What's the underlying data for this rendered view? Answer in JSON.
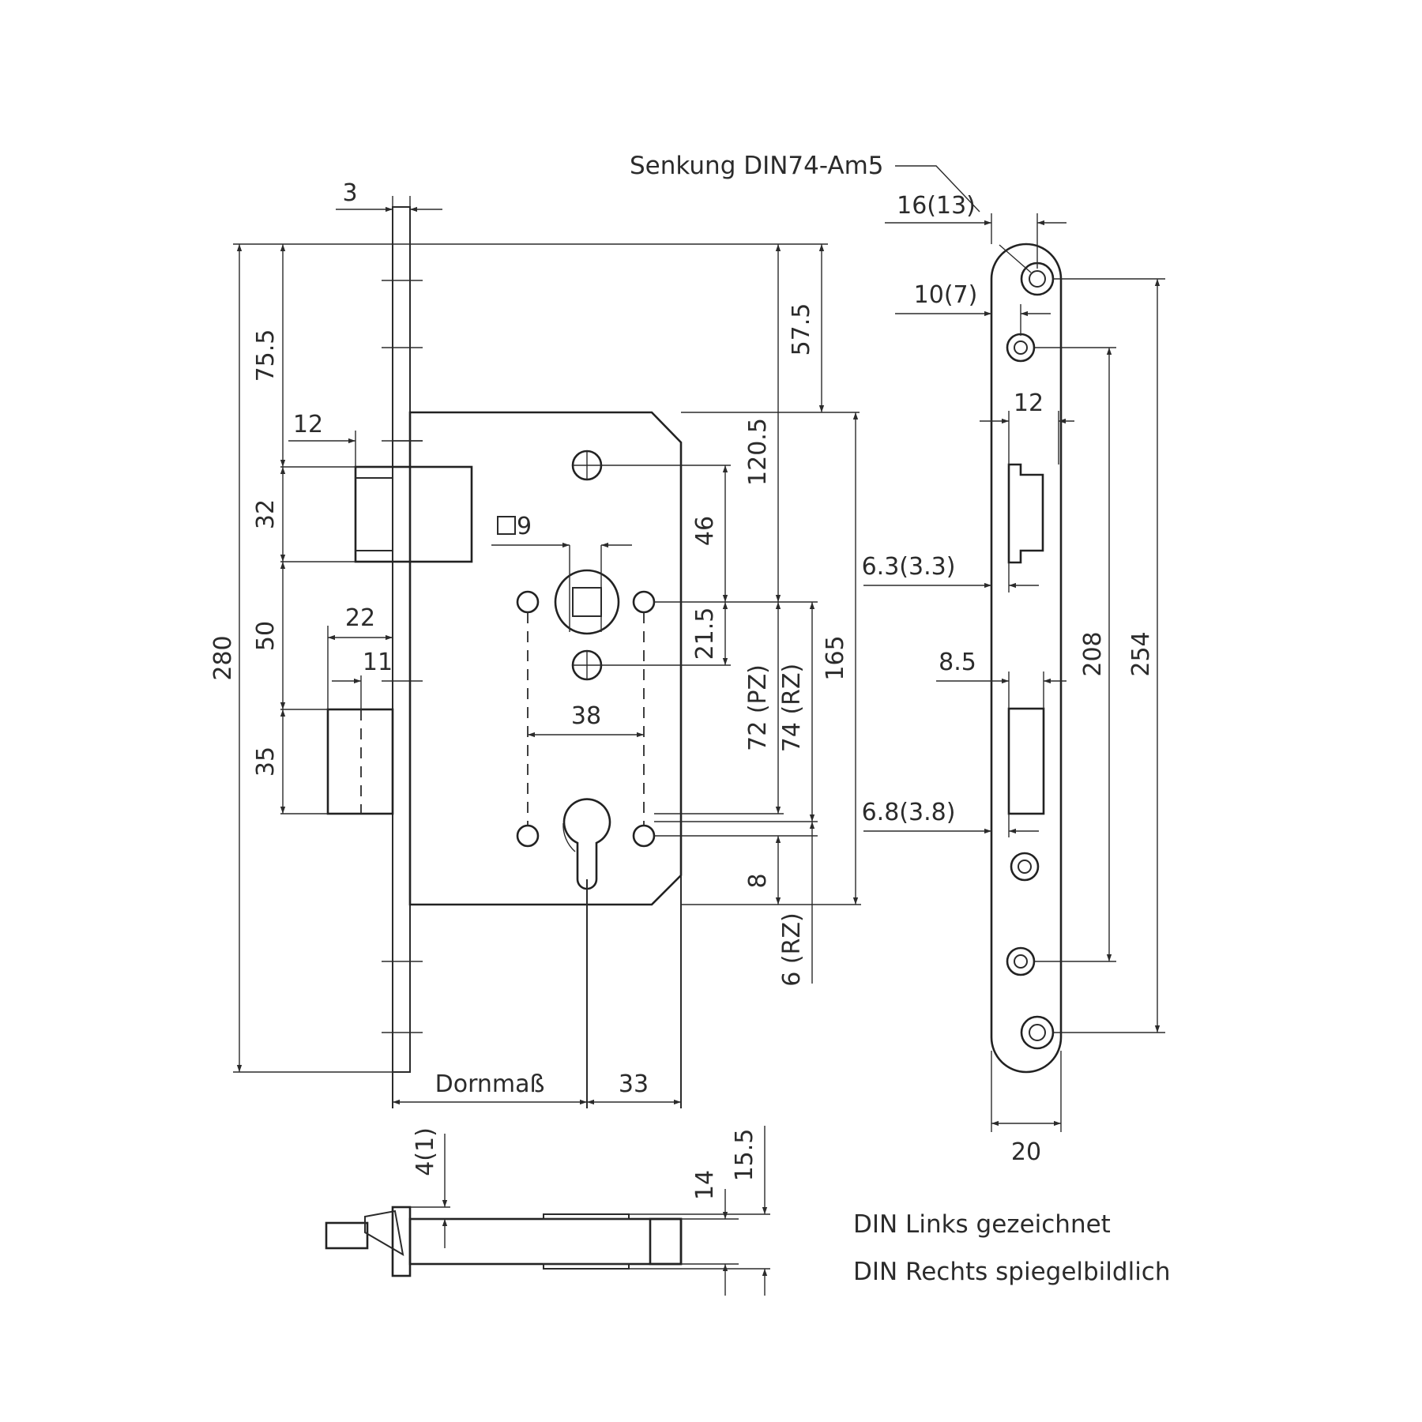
{
  "notes": {
    "countersink": "Senkung DIN74-Am5",
    "left_drawn": "DIN Links gezeichnet",
    "right_mirrored": "DIN Rechts spiegelbildlich"
  },
  "front_view": {
    "dim_3": "3",
    "dim_280": "280",
    "dim_75_5": "75.5",
    "dim_12": "12",
    "dim_32": "32",
    "dim_50": "50",
    "dim_22": "22",
    "dim_11": "11",
    "dim_35": "35",
    "dim_57_5": "57.5",
    "dim_120_5": "120.5",
    "dim_46": "46",
    "dim_21_5": "21.5",
    "dim_72_pz": "72 (PZ)",
    "dim_74_rz": "74 (RZ)",
    "dim_165": "165",
    "dim_8": "8",
    "dim_6_rz": "6 (RZ)",
    "square_9": "9",
    "dim_38": "38",
    "dornmass": "Dornmaß",
    "dim_33": "33"
  },
  "faceplate_view": {
    "dim_16_13": "16(13)",
    "dim_10_7": "10(7)",
    "dim_12": "12",
    "dim_6_3": "6.3(3.3)",
    "dim_8_5": "8.5",
    "dim_6_8": "6.8(3.8)",
    "dim_208": "208",
    "dim_254": "254",
    "dim_20": "20"
  },
  "top_view": {
    "dim_4_1": "4(1)",
    "dim_14": "14",
    "dim_15_5": "15.5"
  }
}
